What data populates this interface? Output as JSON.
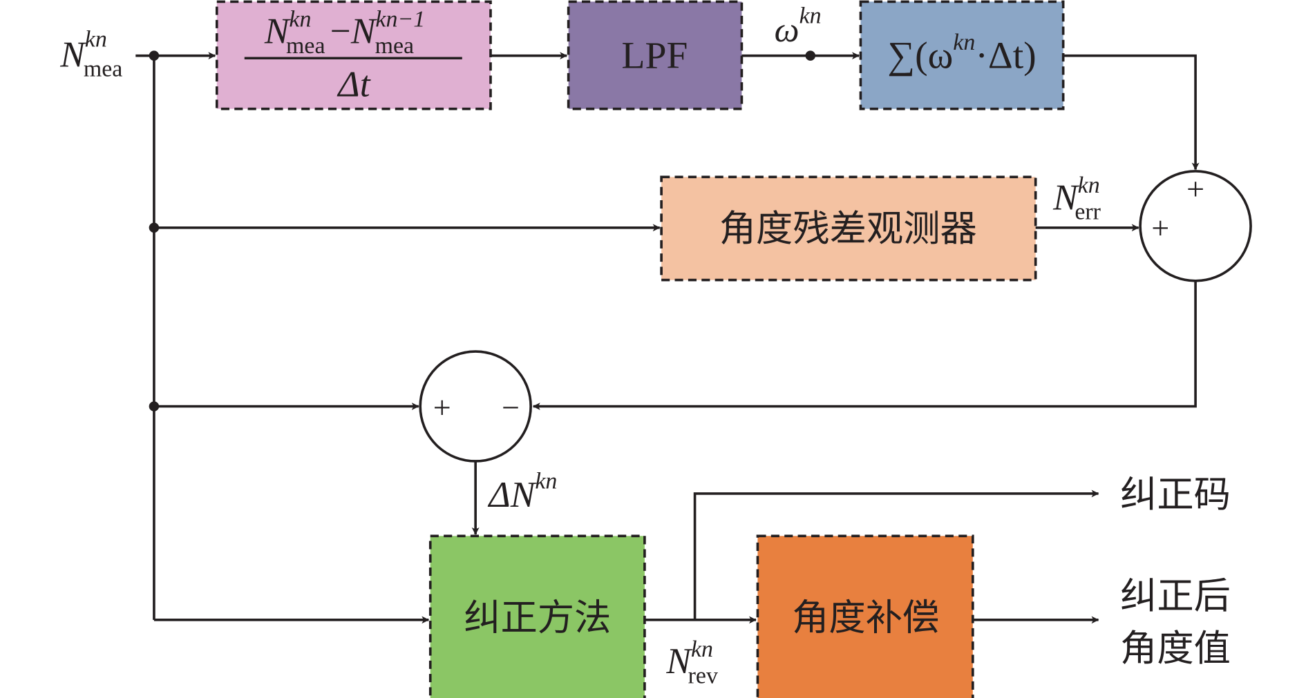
{
  "inputs": {
    "main": "N",
    "main_sup": "kn",
    "main_sub": "mea"
  },
  "blocks": {
    "derivative": {
      "num_a": "N",
      "num_a_sup": "kn",
      "num_a_sub": "mea",
      "minus": "−",
      "num_b": "N",
      "num_b_sup": "kn−1",
      "num_b_sub": "mea",
      "den": "Δt",
      "color": "#e0b0d2"
    },
    "lpf": {
      "label": "LPF",
      "color": "#8a78a6"
    },
    "integrator": {
      "label_pre": "∑(ω",
      "label_sup": "kn",
      "label_post": "·Δt)",
      "color": "#8ba6c6"
    },
    "observer": {
      "label": "角度残差观测器",
      "color": "#f4c2a2"
    },
    "correction": {
      "label": "纠正方法",
      "color": "#8bc665"
    },
    "compensation": {
      "label": "角度补偿",
      "color": "#e8803f"
    }
  },
  "signals": {
    "omega": "ω",
    "omega_sup": "kn",
    "err": "N",
    "err_sup": "kn",
    "err_sub": "err",
    "delta": "ΔN",
    "delta_sup": "kn",
    "rev": "N",
    "rev_sup": "kn",
    "rev_sub": "rev"
  },
  "junctions": {
    "sum1": {
      "top_sign": "+",
      "left_sign": "+"
    },
    "sum2": {
      "left_sign": "+",
      "right_sign": "−"
    }
  },
  "outputs": {
    "code": "纠正码",
    "angle_line1": "纠正后",
    "angle_line2": "角度值"
  }
}
